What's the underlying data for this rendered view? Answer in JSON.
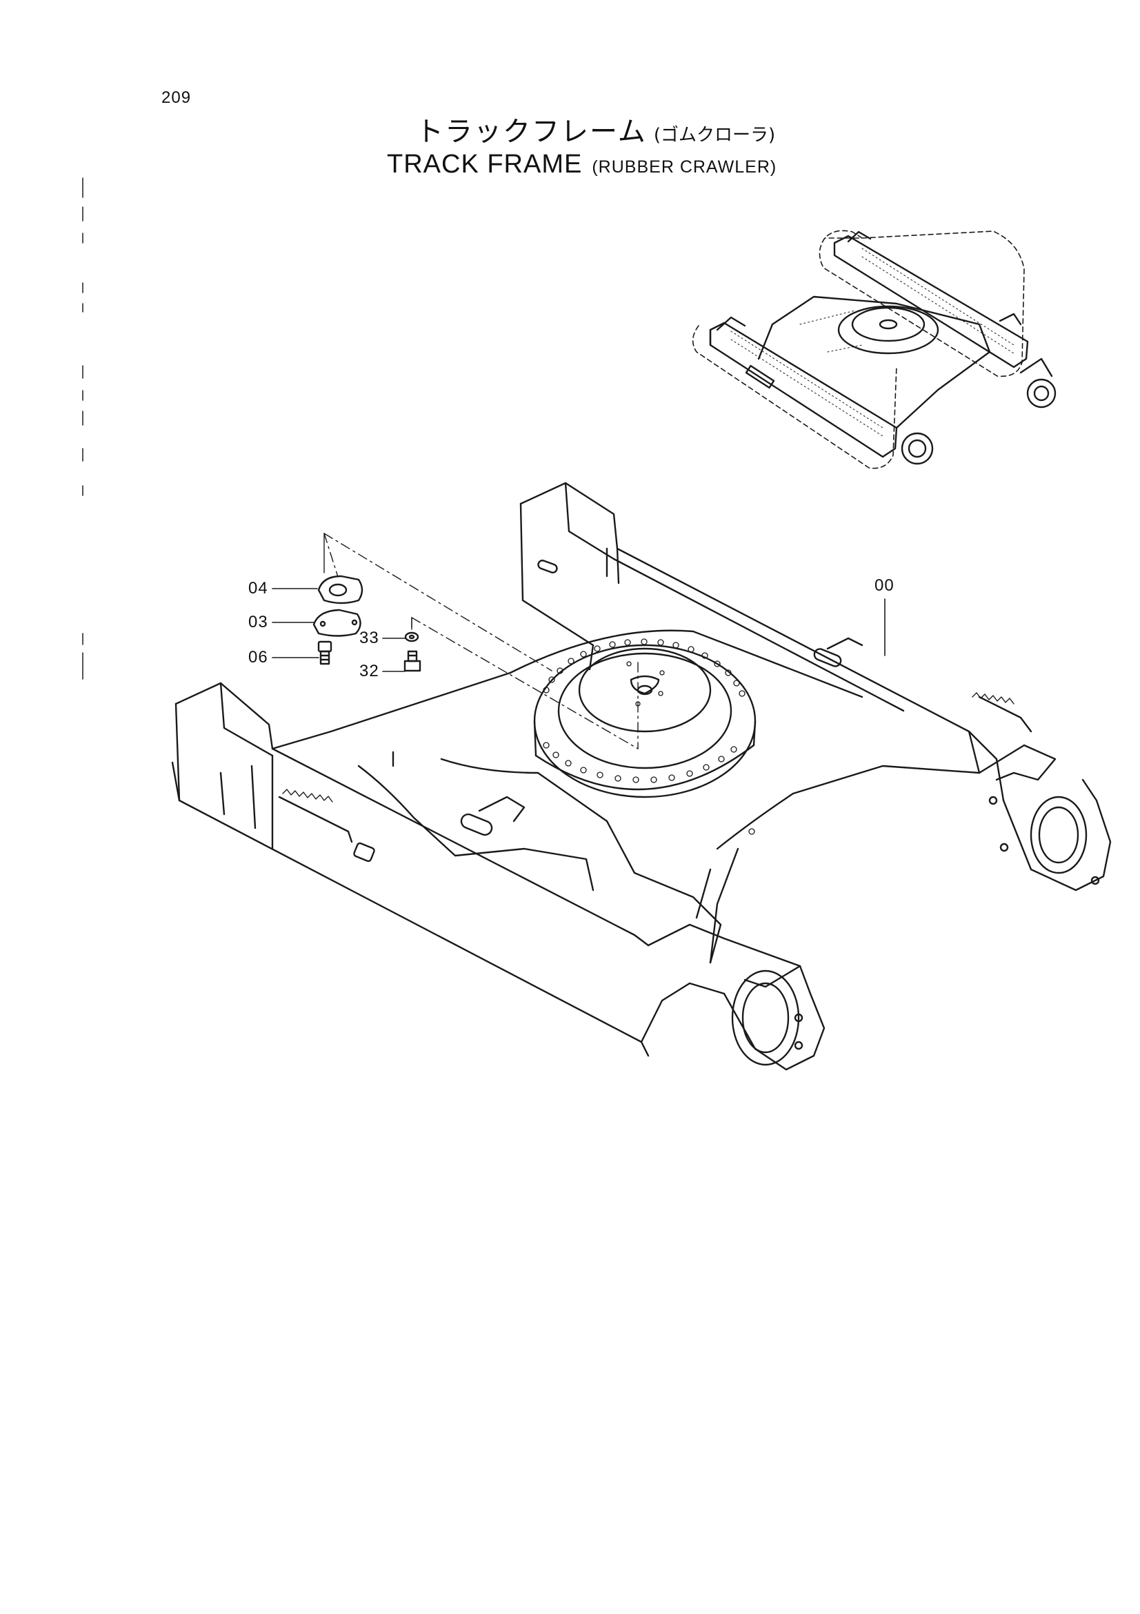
{
  "page": {
    "number": "209",
    "title_jp": "トラックフレーム",
    "subtitle_jp": "(ゴムクローラ)",
    "title_en": "TRACK FRAME",
    "subtitle_en": "(RUBBER CRAWLER)"
  },
  "callouts": [
    {
      "id": "04",
      "label": "04"
    },
    {
      "id": "03",
      "label": "03"
    },
    {
      "id": "06",
      "label": "06"
    },
    {
      "id": "33",
      "label": "33"
    },
    {
      "id": "32",
      "label": "32"
    },
    {
      "id": "00",
      "label": "00"
    }
  ]
}
